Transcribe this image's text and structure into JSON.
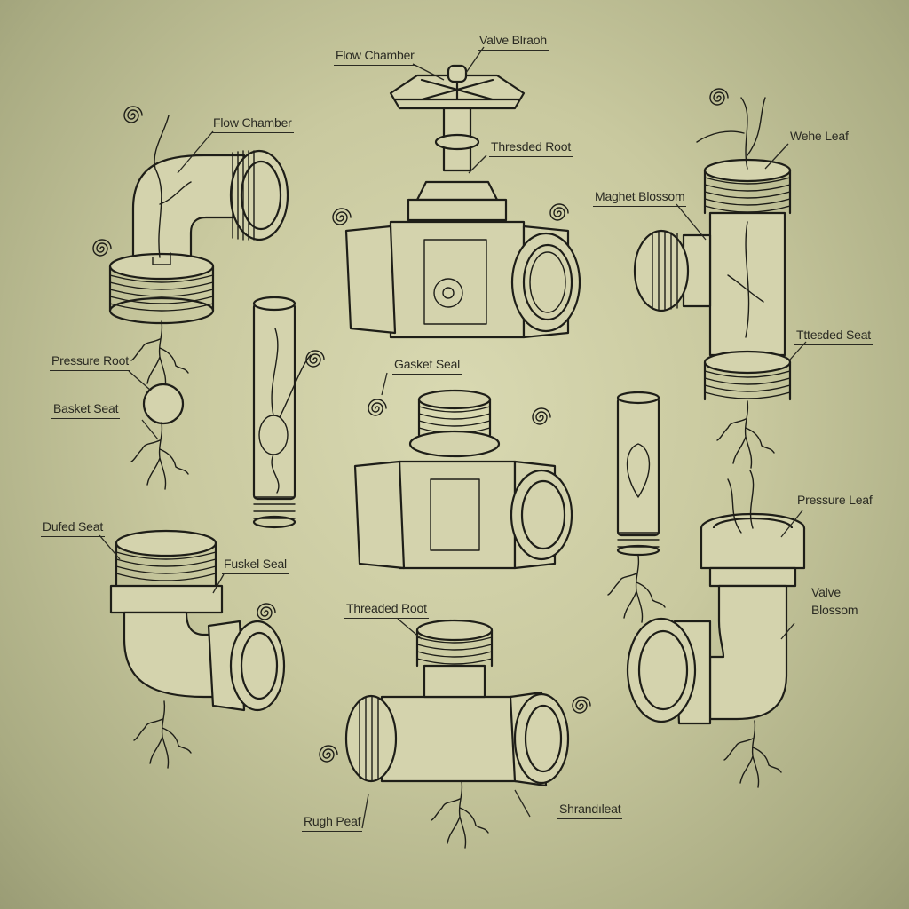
{
  "diagram": {
    "title": "",
    "style": "botanical-mechanical pipe fittings line illustration",
    "colors": {
      "background": "#cfcfa6",
      "background_edge": "#9a9c75",
      "ink": "#1e1e18"
    },
    "parts": [
      {
        "id": "elbow-top-left",
        "name": "threaded elbow with plant"
      },
      {
        "id": "gate-valve-top",
        "name": "gate valve with handwheel"
      },
      {
        "id": "tee-top-right",
        "name": "threaded tee with plant"
      },
      {
        "id": "tube-left",
        "name": "glass tube with bulb"
      },
      {
        "id": "union-center",
        "name": "union coupling"
      },
      {
        "id": "tube-right",
        "name": "glass tube with filament"
      },
      {
        "id": "elbow-bottom-left",
        "name": "threaded elbow with roots"
      },
      {
        "id": "tee-bottom-center",
        "name": "threaded tee with roots"
      },
      {
        "id": "elbow-bottom-right",
        "name": "threaded elbow with roots"
      }
    ],
    "labels": [
      {
        "id": "flow-chamber-top",
        "text": "Flow Chamber"
      },
      {
        "id": "valve-bloom",
        "text": "Valve Blraoh"
      },
      {
        "id": "threaded-root-top",
        "text": "Thresded Root"
      },
      {
        "id": "flow-chamber-left",
        "text": "Flow Chamber"
      },
      {
        "id": "wehe-leaf",
        "text": "Wehe Leaf"
      },
      {
        "id": "maghet-blossom",
        "text": "Maghet Blossom"
      },
      {
        "id": "treeded-seat",
        "text": "Ttteɛded Seat"
      },
      {
        "id": "pressure-root",
        "text": "Pressure Root"
      },
      {
        "id": "basket-seat",
        "text": "Basket Seat"
      },
      {
        "id": "gasket-seal",
        "text": "Gasket Seal"
      },
      {
        "id": "dufed-seat",
        "text": "Dufed Seat"
      },
      {
        "id": "fuskel-seal",
        "text": "Fuskel Seal"
      },
      {
        "id": "pressure-leaf",
        "text": "Pressure Leaf"
      },
      {
        "id": "valve-blossom-1",
        "text": "Valve"
      },
      {
        "id": "valve-blossom-2",
        "text": "Blossom"
      },
      {
        "id": "threaded-root-bottom",
        "text": "Threaded Root"
      },
      {
        "id": "rugh-peaf",
        "text": "Rugh Peaf"
      },
      {
        "id": "shrandleat",
        "text": "Shrandıleat"
      }
    ]
  }
}
